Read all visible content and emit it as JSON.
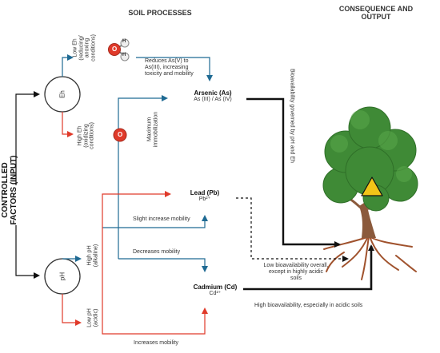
{
  "headers": {
    "soil_processes": "SOIL PROCESSES",
    "consequence_line1": "CONSEQUENCE AND",
    "consequence_line2": "OUTPUT"
  },
  "input_label": {
    "line1": "CONTROLLED",
    "line2": "FACTORS (INPUT)"
  },
  "nodes": {
    "eh": "Eh",
    "ph": "pH"
  },
  "conditions": {
    "low_eh": [
      "Low Eh",
      "(reducing/",
      "anoxing",
      "conditions)"
    ],
    "high_eh": [
      "High Eh",
      "(oxidizing",
      "conditions)"
    ],
    "high_ph": [
      "High pH",
      "(alkaline)"
    ],
    "low_ph": [
      "Low pH",
      "(acidic)"
    ]
  },
  "icons": {
    "water_atoms": [
      "H",
      "O",
      "H"
    ],
    "oxygen_atom": "O"
  },
  "processes": {
    "reduces_line1": "Reduces As(V) to",
    "reduces_line2": "As(III), increasing",
    "reduces_line3": "toxicity and mobility",
    "maximum_line1": "Maximum",
    "maximum_line2": "immobilization",
    "slight": "Slight increase mobility",
    "decreases": "Decreases mobility",
    "increases": "Increases mobility"
  },
  "elements": {
    "arsenic": {
      "name": "Arsenic (As)",
      "states": "As (III) / As (IV)"
    },
    "lead": {
      "name": "Lead (Pb)",
      "ion": "Pb²⁺"
    },
    "cadmium": {
      "name": "Cadmium (Cd)",
      "ion": "Cd²⁺"
    }
  },
  "outputs": {
    "bioavailability_governed": "Bioavailability governed by pH and Eh",
    "low_bio_line1": "Low bioavailability overall,",
    "low_bio_line2": "except in highly acidic",
    "low_bio_line3": "soils",
    "high_bio": "High bioavailability, especially in acidic soils"
  },
  "colors": {
    "blue": "#1f6a93",
    "red": "#e03a2a",
    "black": "#111111",
    "foliage": "#3f8a36",
    "warning": "#f2c418"
  }
}
